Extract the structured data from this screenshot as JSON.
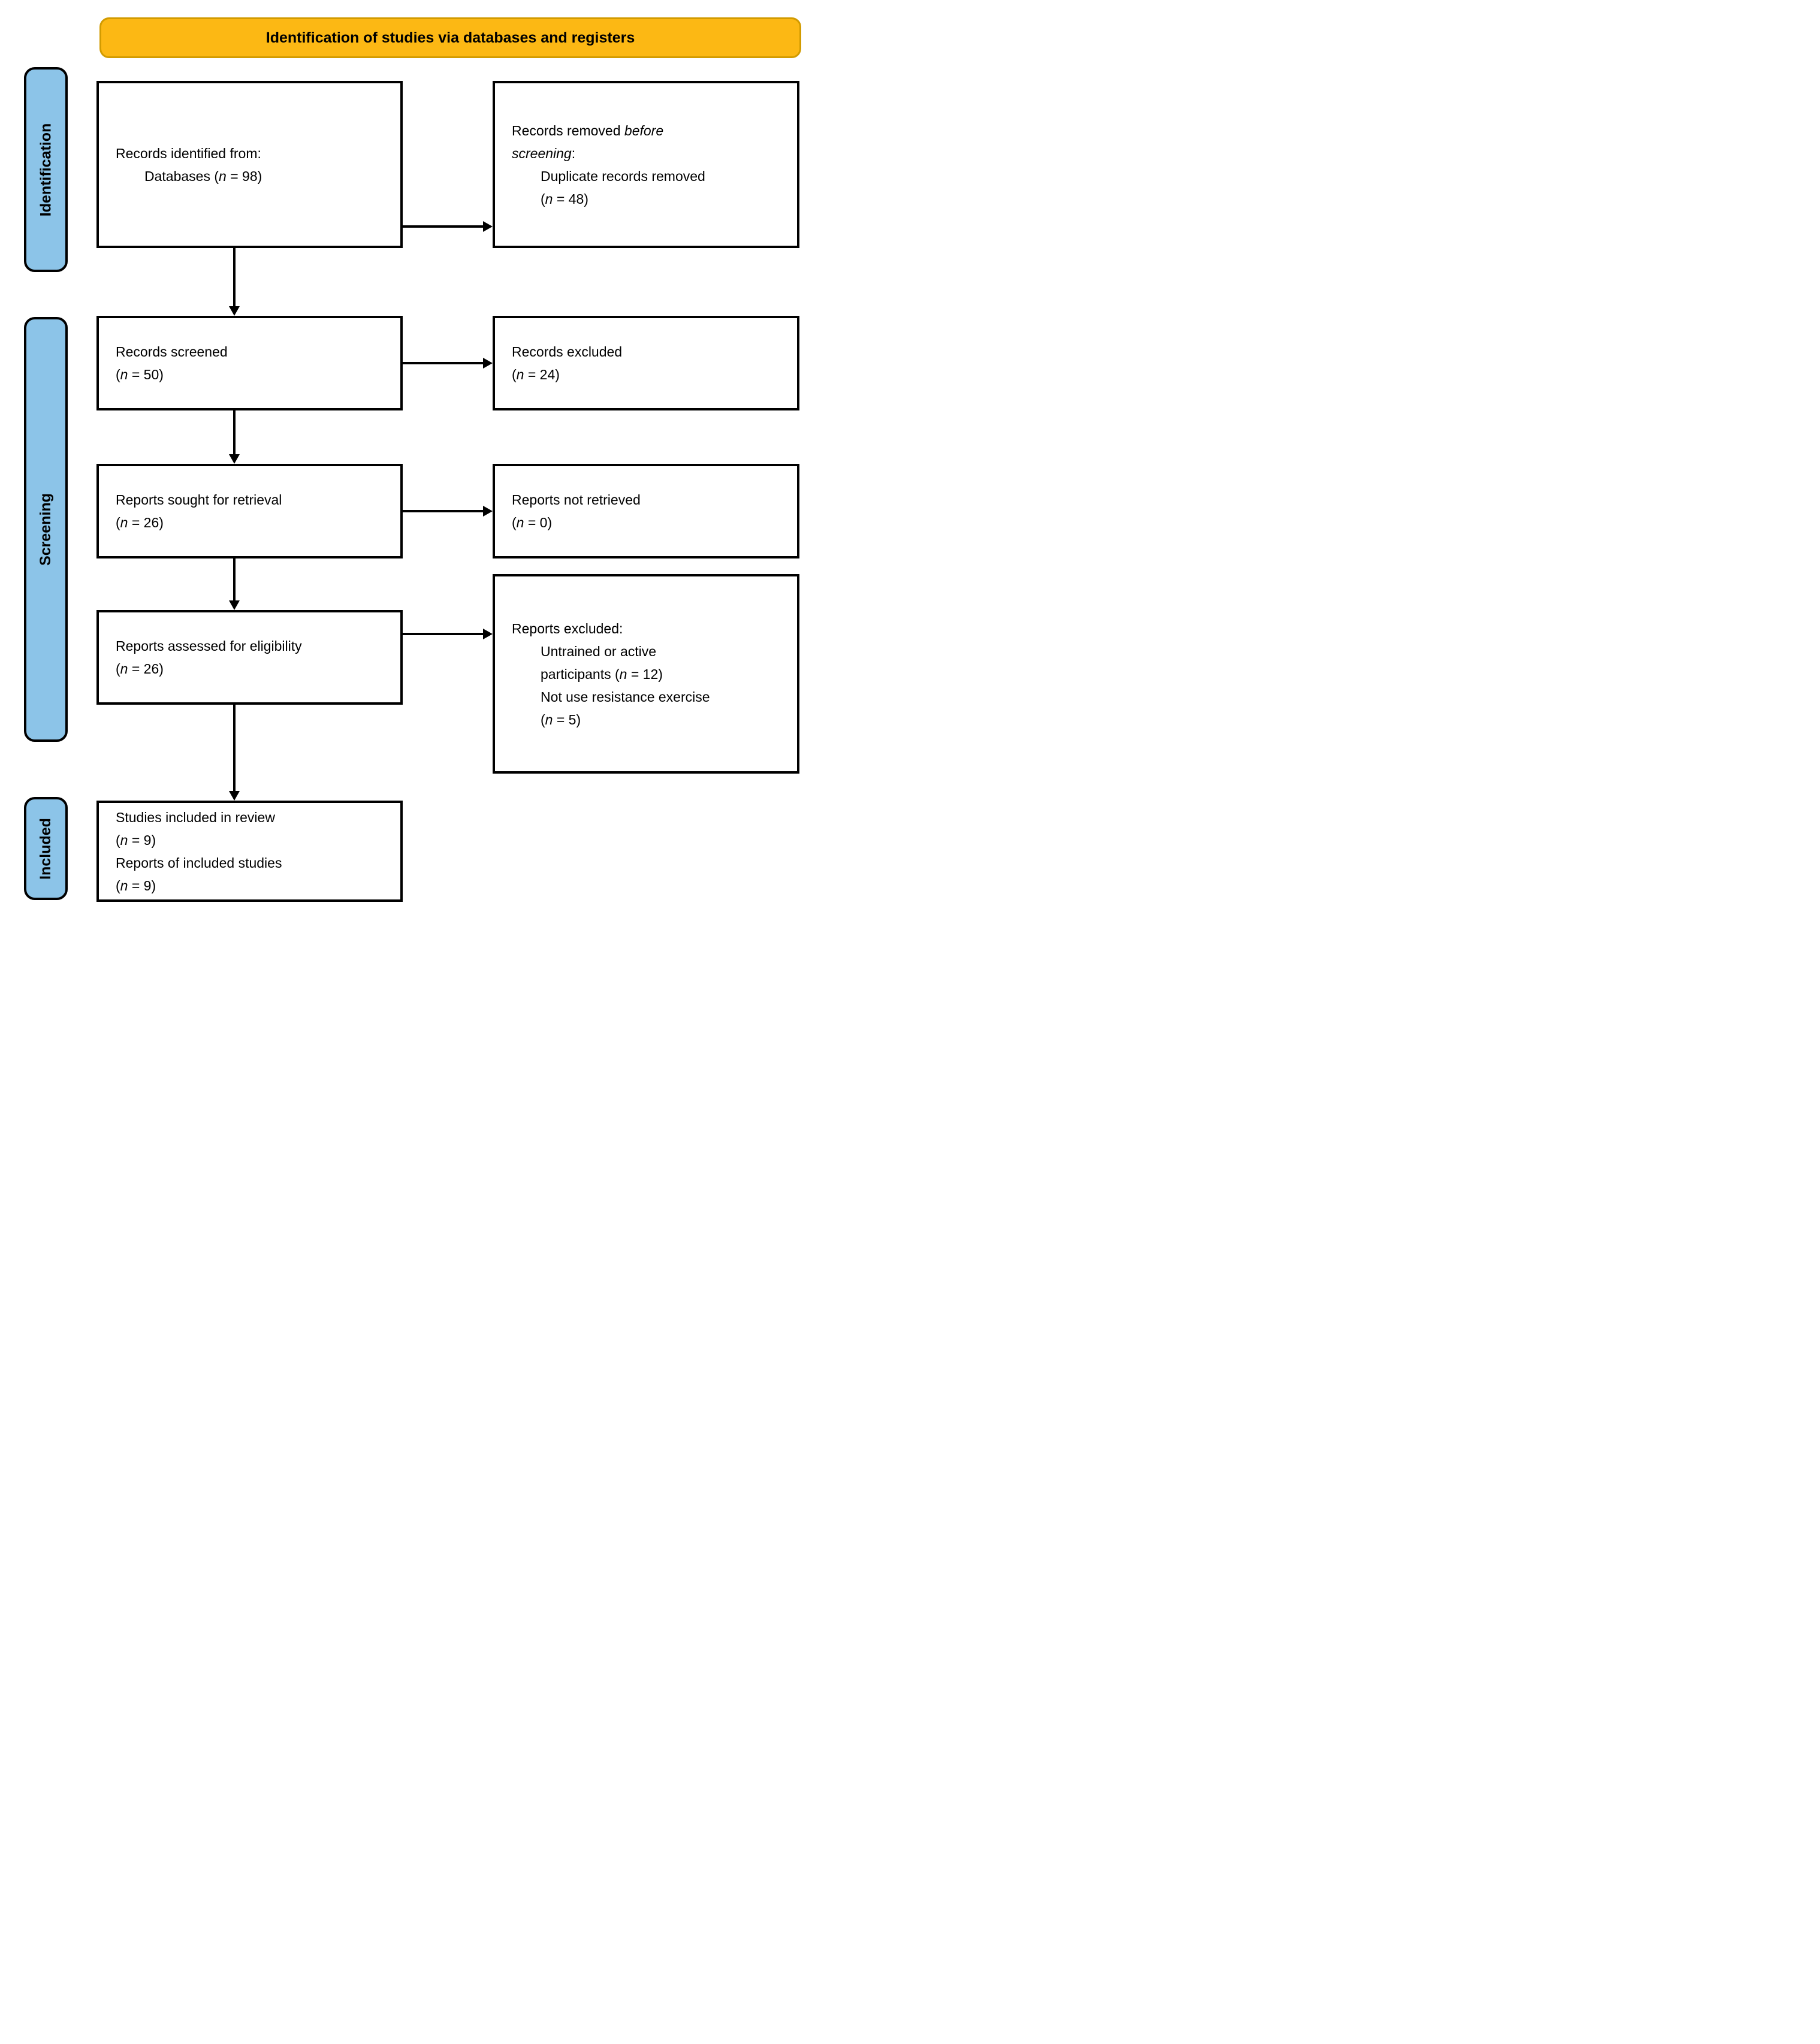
{
  "banner": {
    "label": "Identification of studies via databases and registers"
  },
  "stages": [
    {
      "label": "Identification"
    },
    {
      "label": "Screening"
    },
    {
      "label": "Included"
    }
  ],
  "boxes": {
    "records_identified": {
      "lines": [
        {
          "pre": "Records identified from:",
          "it": "",
          "post": "",
          "indent": false
        },
        {
          "pre": "Databases (",
          "it": "n",
          "post": " = 98)",
          "indent": true
        }
      ]
    },
    "records_removed": {
      "lines": [
        {
          "pre": "Records removed ",
          "it": "before",
          "post": "",
          "indent": false
        },
        {
          "pre": "",
          "it": "screening",
          "post": ":",
          "indent": false
        },
        {
          "pre": "Duplicate records removed",
          "it": "",
          "post": "",
          "indent": true
        },
        {
          "pre": "(",
          "it": "n",
          "post": " = 48)",
          "indent": true
        }
      ]
    },
    "records_screened": {
      "lines": [
        {
          "pre": "Records screened",
          "it": "",
          "post": "",
          "indent": false
        },
        {
          "pre": "(",
          "it": "n",
          "post": " = 50)",
          "indent": false
        }
      ]
    },
    "records_excluded": {
      "lines": [
        {
          "pre": "Records excluded",
          "it": "",
          "post": "",
          "indent": false
        },
        {
          "pre": "(",
          "it": "n",
          "post": " = 24)",
          "indent": false
        }
      ]
    },
    "reports_sought": {
      "lines": [
        {
          "pre": "Reports sought for retrieval",
          "it": "",
          "post": "",
          "indent": false
        },
        {
          "pre": "(",
          "it": "n",
          "post": " = 26)",
          "indent": false
        }
      ]
    },
    "reports_not_retrieved": {
      "lines": [
        {
          "pre": "Reports not retrieved",
          "it": "",
          "post": "",
          "indent": false
        },
        {
          "pre": "(",
          "it": "n",
          "post": " = 0)",
          "indent": false
        }
      ]
    },
    "reports_assessed": {
      "lines": [
        {
          "pre": "Reports assessed for eligibility",
          "it": "",
          "post": "",
          "indent": false
        },
        {
          "pre": "(",
          "it": "n",
          "post": " = 26)",
          "indent": false
        }
      ]
    },
    "reports_excluded": {
      "lines": [
        {
          "pre": "Reports excluded:",
          "it": "",
          "post": "",
          "indent": false
        },
        {
          "pre": "Untrained or active",
          "it": "",
          "post": "",
          "indent": true
        },
        {
          "pre": "participants (",
          "it": "n",
          "post": " = 12)",
          "indent": true
        },
        {
          "pre": "Not use resistance exercise",
          "it": "",
          "post": "",
          "indent": true
        },
        {
          "pre": "(",
          "it": "n",
          "post": " = 5)",
          "indent": true
        }
      ]
    },
    "studies_included": {
      "lines": [
        {
          "pre": "Studies included in review",
          "it": "",
          "post": "",
          "indent": false
        },
        {
          "pre": "(",
          "it": "n",
          "post": " = 9)",
          "indent": false
        },
        {
          "pre": "Reports of included studies",
          "it": "",
          "post": "",
          "indent": false
        },
        {
          "pre": "(",
          "it": "n",
          "post": " = 9)",
          "indent": false
        }
      ]
    }
  },
  "colors": {
    "banner-bg": "#FCB814",
    "banner-border": "#D29B00",
    "stage-bg": "#8CC4E8"
  }
}
